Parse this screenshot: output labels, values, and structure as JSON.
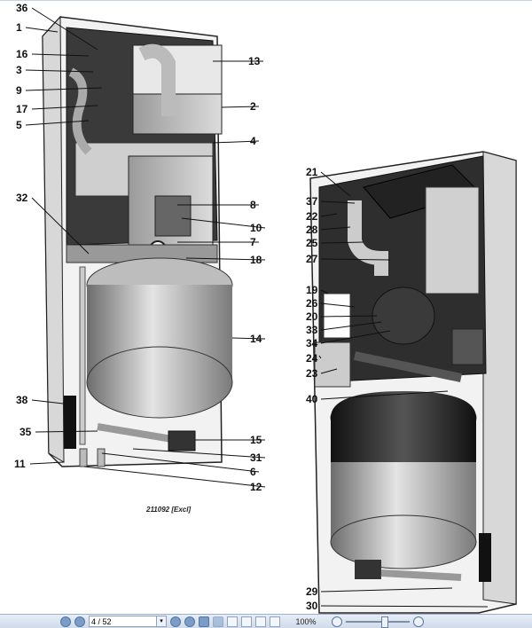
{
  "document": {
    "caption": "211092 [Excl]",
    "left_figure_labels": [
      "36",
      "1",
      "16",
      "3",
      "9",
      "17",
      "5",
      "32",
      "38",
      "35",
      "11",
      "13",
      "2",
      "4",
      "8",
      "10",
      "7",
      "18",
      "14",
      "15",
      "31",
      "6",
      "12"
    ],
    "right_figure_labels": [
      "21",
      "37",
      "22",
      "28",
      "25",
      "27",
      "19",
      "26",
      "20",
      "33",
      "34",
      "24",
      "23",
      "40",
      "29",
      "30"
    ]
  },
  "toolbar": {
    "page_indicator": "4 / 52",
    "zoom_level": "100%",
    "zoom_slider_fraction": 0.55
  }
}
